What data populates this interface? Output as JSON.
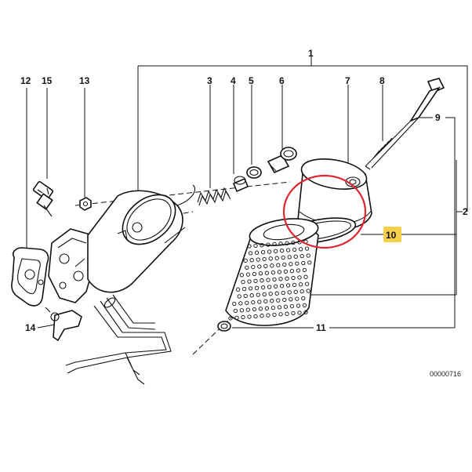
{
  "diagram": {
    "callouts": {
      "c1": "1",
      "c2": "2",
      "c3": "3",
      "c4": "4",
      "c5": "5",
      "c6": "6",
      "c7": "7",
      "c8": "8",
      "c9": "9",
      "c10": "10",
      "c11": "11",
      "c12": "12",
      "c13": "13",
      "c14": "14",
      "c15": "15"
    },
    "highlighted_callout": "10",
    "highlight_color": "#f5d04a",
    "circle_color": "#e0242e",
    "drawing_code": "00000716"
  }
}
